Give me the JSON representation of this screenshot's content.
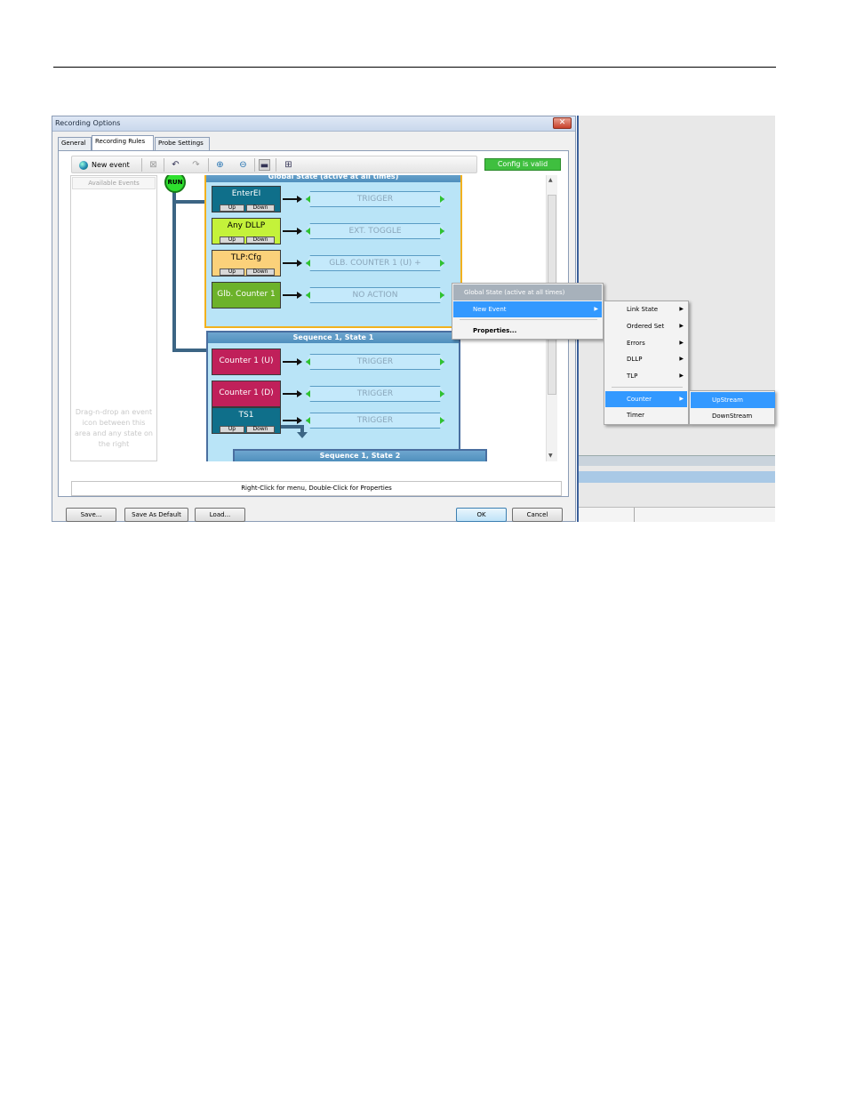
{
  "dialog": {
    "title": "Recording Options",
    "close_glyph": "✕",
    "tabs": [
      "General",
      "Recording Rules",
      "Probe Settings"
    ],
    "toolbar": {
      "new_event": "New event"
    },
    "config_status": "Config is valid",
    "available_events": {
      "header": "Available Events",
      "hint": "Drag-n-drop an event icon between this area and any state on the right"
    },
    "run_label": "RUN",
    "up_label": "Up",
    "down_label": "Down",
    "global_state": {
      "title": "Global State (active at all times)",
      "rows": [
        {
          "event": "EnterEI",
          "action": "TRIGGER",
          "updown": true
        },
        {
          "event": "Any DLLP",
          "action": "EXT. TOGGLE",
          "updown": true
        },
        {
          "event": "TLP:Cfg",
          "action": "GLB. COUNTER 1 (U) +",
          "updown": true
        },
        {
          "event": "Glb. Counter 1",
          "action": "NO ACTION",
          "updown": false
        }
      ]
    },
    "seq1_state1": {
      "title": "Sequence 1, State 1",
      "rows": [
        {
          "event": "Counter 1 (U)",
          "action": "TRIGGER",
          "updown": false
        },
        {
          "event": "Counter 1 (D)",
          "action": "TRIGGER",
          "updown": false
        },
        {
          "event": "TS1",
          "action": "TRIGGER",
          "updown": true
        }
      ]
    },
    "seq1_state2": {
      "title": "Sequence 1, State 2"
    },
    "status_bar": "Right-Click for menu, Double-Click for Properties",
    "buttons": {
      "save": "Save...",
      "save_default": "Save As Default",
      "load": "Load...",
      "ok": "OK",
      "cancel": "Cancel"
    }
  },
  "context_menu": {
    "header": "Global State (active at all times)",
    "items": [
      "New Event",
      "Properties..."
    ]
  },
  "new_event_menu": {
    "items": [
      "Link State",
      "Ordered Set",
      "Errors",
      "DLLP",
      "TLP",
      "Counter",
      "Timer"
    ]
  },
  "counter_menu": {
    "items": [
      "UpStream",
      "DownStream"
    ]
  },
  "colors": {
    "dark_teal": "#0f6f8a",
    "lime": "#c4f23a",
    "peach": "#fbd17a",
    "green": "#6cb22a",
    "crimson": "#c0205a",
    "state_fill": "#b9e4f7",
    "highlight": "#3399ff",
    "valid_green": "#3fbf3f"
  },
  "icons": [
    "new-event-icon",
    "delete-icon",
    "undo-icon",
    "redo-icon",
    "zoom-in-icon",
    "zoom-out-icon",
    "view-icon",
    "properties-icon",
    "submenu-arrow-icon"
  ]
}
